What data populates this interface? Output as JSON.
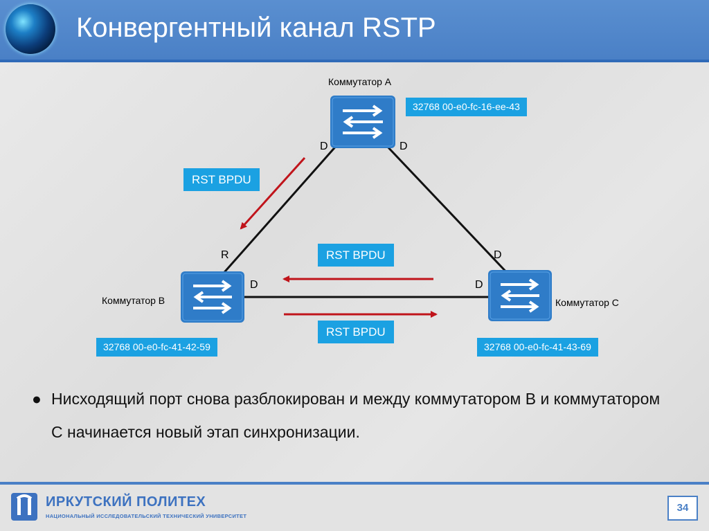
{
  "header": {
    "title": "Конвергентный канал RSTP"
  },
  "diagram": {
    "switch_a": {
      "name": "Коммутатор A",
      "mac": "32768 00-e0-fc-16-ee-43",
      "port_left": "D",
      "port_right": "D"
    },
    "switch_b": {
      "name": "Коммутатор B",
      "mac": "32768 00-e0-fc-41-42-59",
      "port_top": "R",
      "port_right": "D"
    },
    "switch_c": {
      "name": "Коммутатор C",
      "mac": "32768 00-e0-fc-41-43-69",
      "port_top": "D",
      "port_left": "D"
    },
    "bpdu_a_to_b": "RST BPDU",
    "bpdu_c_to_b": "RST BPDU",
    "bpdu_b_to_c": "RST BPDU",
    "colors": {
      "switch": "#2f7cc8",
      "label_bg": "#1ba1e2",
      "arrow": "#c0141b",
      "link": "#111111"
    }
  },
  "bullet": {
    "marker": "●",
    "text": "Нисходящий порт снова разблокирован и между коммутатором B и коммутатором C начинается новый этап синхронизации."
  },
  "footer": {
    "logo_name": "ИРКУТСКИЙ ПОЛИТЕХ",
    "logo_subtitle": "НАЦИОНАЛЬНЫЙ ИССЛЕДОВАТЕЛЬСКИЙ ТЕХНИЧЕСКИЙ УНИВЕРСИТЕТ",
    "page_number": "34"
  }
}
